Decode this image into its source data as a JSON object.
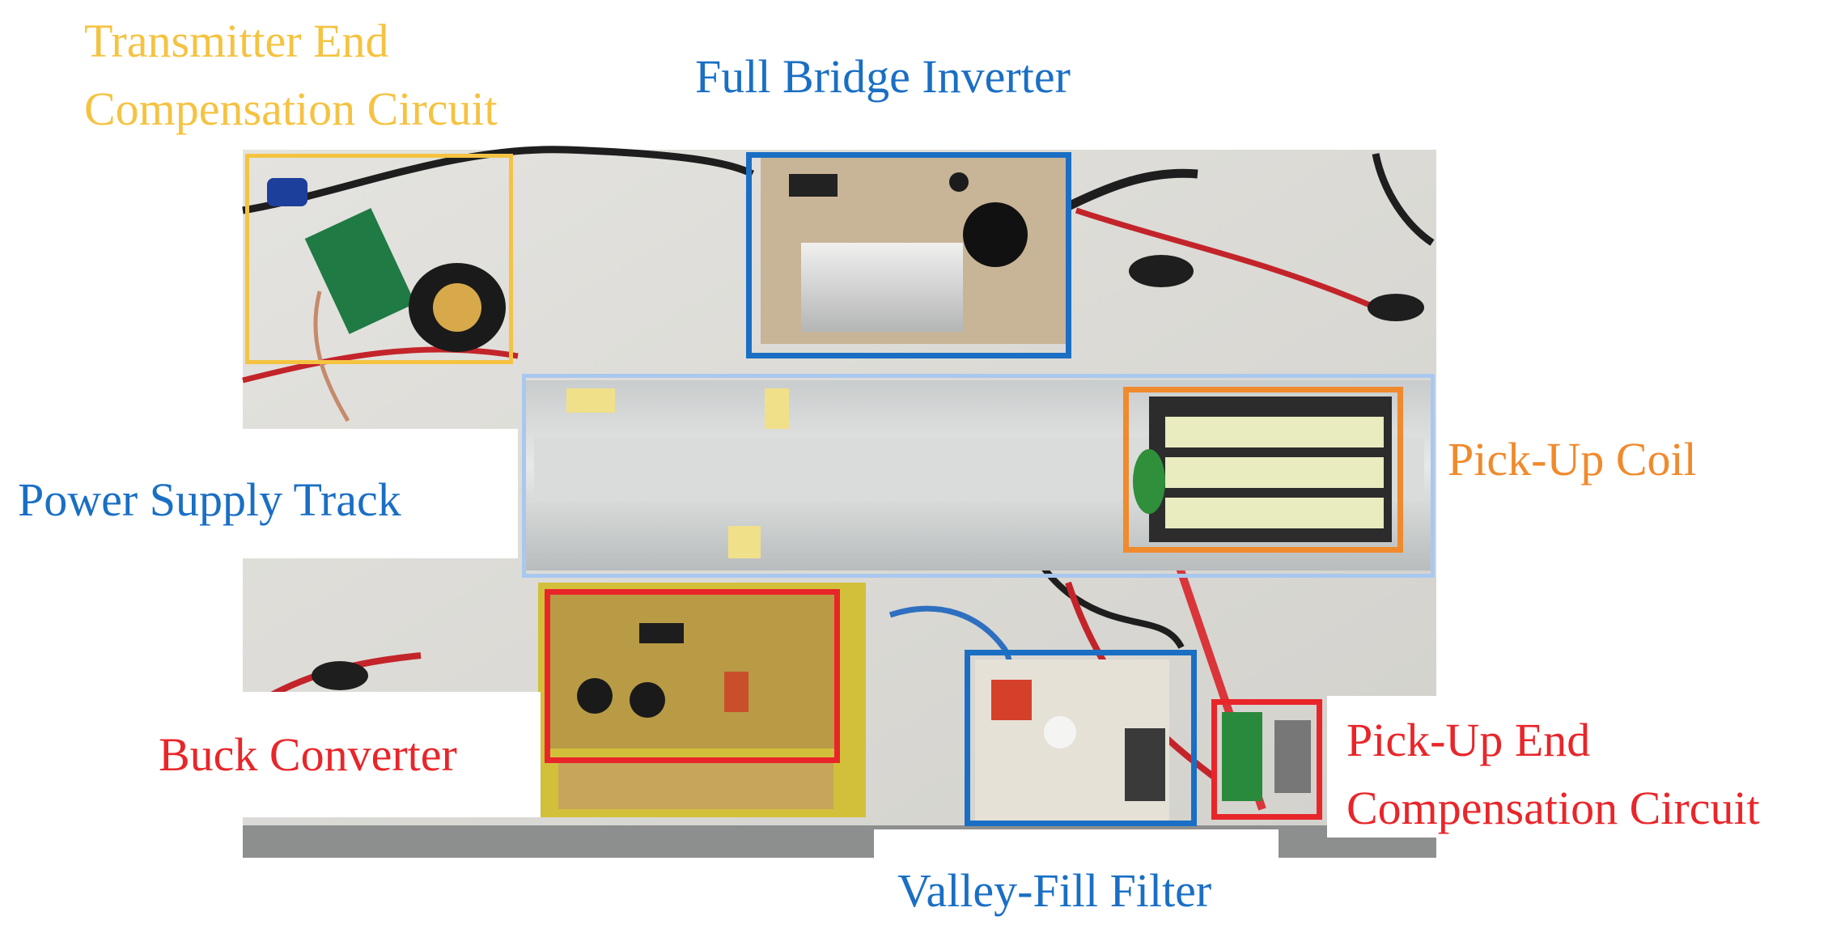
{
  "figure": {
    "labels": {
      "transmitter_end": "Transmitter End",
      "transmitter_compensation": "Compensation Circuit",
      "full_bridge_inverter": "Full Bridge Inverter",
      "pick_up_coil": "Pick-Up Coil",
      "power_supply_track": "Power Supply Track",
      "buck_converter": "Buck Converter",
      "pick_up_end": "Pick-Up End",
      "pick_up_compensation": "Compensation Circuit",
      "valley_fill_filter": "Valley-Fill Filter"
    },
    "colors": {
      "transmitter": "#f5c342",
      "inverter": "#1a6fc4",
      "track": "#a9c8ef",
      "pickup_coil": "#f08a2c",
      "buck": "#e8262a",
      "valley_fill": "#1a6fc4",
      "pickup_end": "#e8262a",
      "text_blue": "#1a6fc4",
      "text_red": "#e8262a",
      "text_yellow": "#f5c342",
      "text_orange": "#f08a2c"
    }
  }
}
